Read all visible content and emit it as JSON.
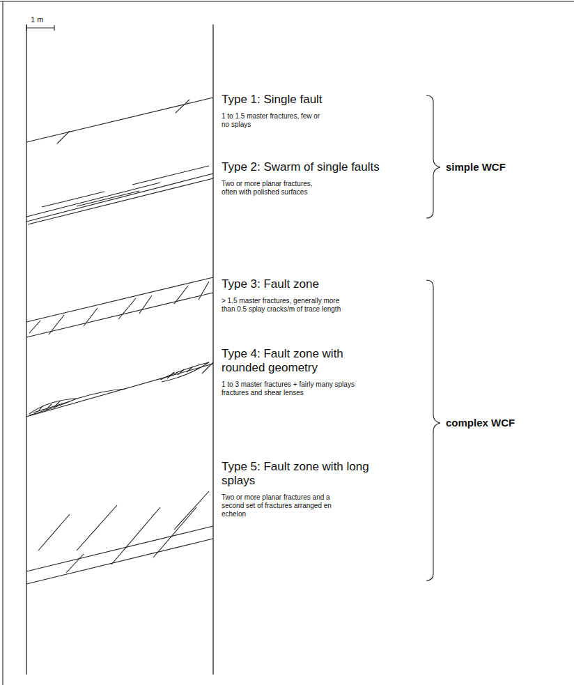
{
  "diagram": {
    "labels": [
      "1 m",
      "Type 1: Single fault",
      "1 to 1.5 master fractures, few or no splays",
      "Type 2: Swarm of single faults",
      "Two or more planar fractures, often with polished surfaces",
      "simple WCF",
      "Type 3: Fault zone",
      "> 1.5 master fractures, generally more than 0.5 splay cracks/m of trace length",
      "Type 4: Fault zone with rounded geometry",
      "1 to 3 master fractures + fairly many splays fractures and shear lenses",
      "complex WCF",
      "Type 5: Fault zone with long splays",
      "Two or more planar fractures and a second set of fractures arranged en echelon"
    ]
  }
}
